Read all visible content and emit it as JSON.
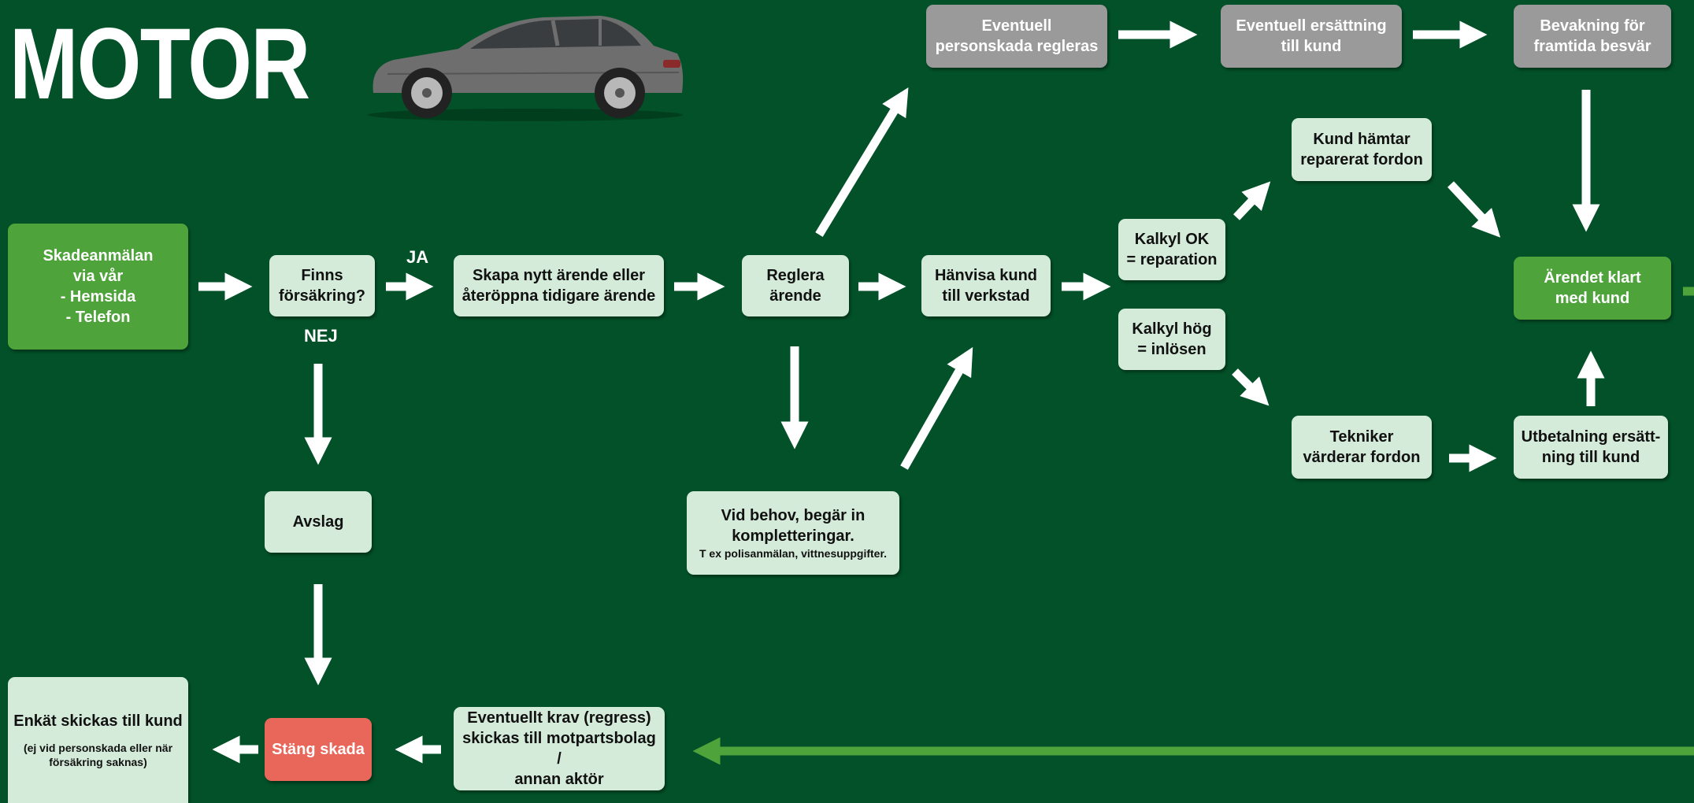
{
  "title": "MOTOR",
  "labels": {
    "ja": "JA",
    "nej": "NEJ"
  },
  "nodes": {
    "skadeanmalan": "Skadeanmälan\nvia  vår\n- Hemsida\n- Telefon",
    "finns": "Finns\nförsäkring?",
    "skapa": "Skapa nytt ärende eller\nåteröppna tidigare ärende",
    "reglera": "Reglera\närende",
    "hanvisa": "Hänvisa kund\ntill verkstad",
    "kalkyl_ok": "Kalkyl OK\n= reparation",
    "kalkyl_hog": "Kalkyl hög\n= inlösen",
    "kund_hamtar": "Kund hämtar\nreparerat fordon",
    "tekniker": "Tekniker\nvärderar fordon",
    "utbetalning": "Utbetalning ersätt-\nning till kund",
    "arendet_klart": "Ärendet klart\nmed kund",
    "personskada": "Eventuell\npersonskada regleras",
    "ersattning": "Eventuell ersättning\ntill kund",
    "bevakning": "Bevakning för\nframtida besvär",
    "vid_behov": "Vid behov, begär in\nkompletteringar.",
    "vid_behov_sub": "T ex polisanmälan, vittnesuppgifter.",
    "avslag": "Avslag",
    "enkat": "Enkät skickas till kund",
    "enkat_sub": "(ej vid personskada eller när\nförsäkring saknas)",
    "stang": "Stäng skada",
    "krav": "Eventuellt krav (regress)\nskickas till motpartsbolag /\nannan aktör"
  },
  "colors": {
    "background": "#025128",
    "light_box": "#d4ebda",
    "grey_box": "#9a9a9a",
    "green_box": "#4ea33b",
    "red_box": "#e8675a",
    "arrow": "#ffffff",
    "return_arrow": "#4ea33b"
  },
  "image": {
    "car": "car-photo"
  }
}
